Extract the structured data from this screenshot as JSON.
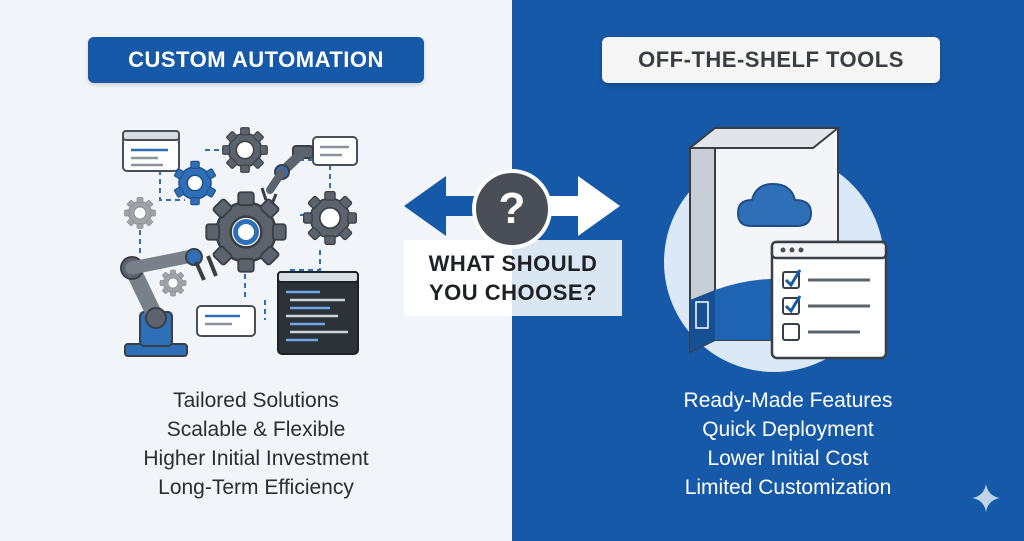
{
  "left": {
    "title": "CUSTOM AUTOMATION",
    "features": [
      "Tailored Solutions",
      "Scalable & Flexible",
      "Higher Initial Investment",
      "Long-Term Efficiency"
    ]
  },
  "right": {
    "title": "OFF-THE-SHELF TOOLS",
    "features": [
      "Ready-Made Features",
      "Quick Deployment",
      "Lower Initial Cost",
      "Limited Customization"
    ]
  },
  "center": {
    "question_symbol": "?",
    "line1": "WHAT SHOULD",
    "line2": "YOU CHOOSE?"
  },
  "colors": {
    "brand_blue": "#1659a8",
    "left_bg": "#f1f4f8",
    "dark_grey": "#4a4f57"
  },
  "icons": [
    "gear-icon",
    "robot-arm-icon",
    "code-window-icon",
    "software-box-icon",
    "cloud-icon",
    "checklist-window-icon",
    "double-arrow-icon",
    "question-icon",
    "sparkle-icon"
  ]
}
